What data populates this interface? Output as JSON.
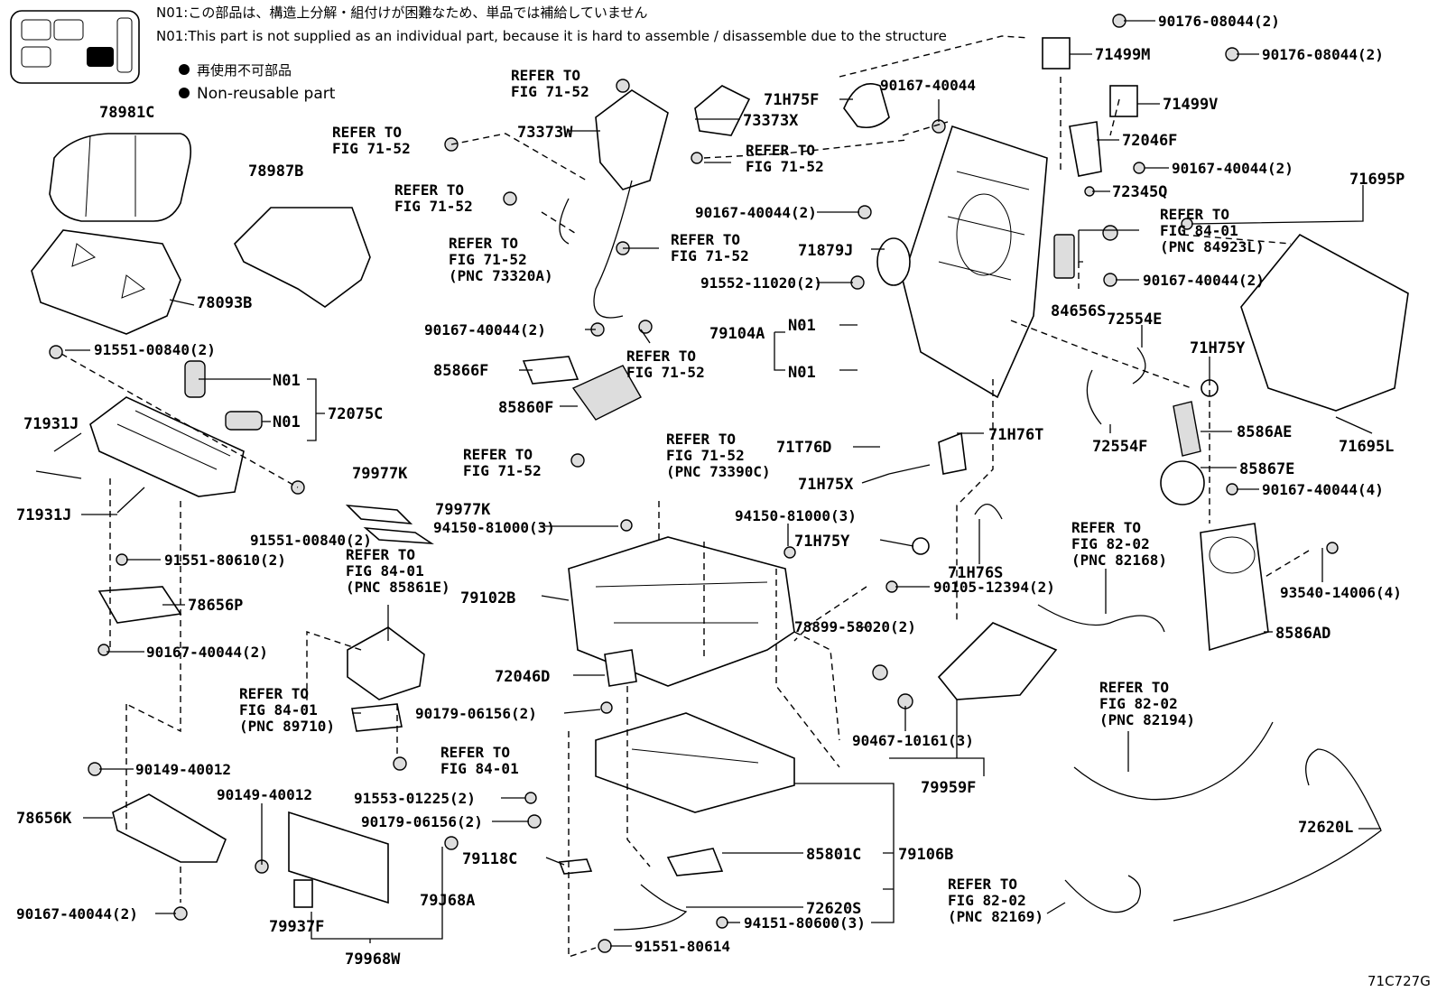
{
  "notes": {
    "n01_jp": "N01:この部品は、構造上分解・組付けが困難なため、単品では補給していません",
    "n01_en": "N01:This part is not supplied as an individual part, because it is hard to assemble / disassemble due to the structure",
    "nonreusable_jp": "再使用不可部品",
    "nonreusable_en": "Non-reusable part"
  },
  "figure_code": "71C727G",
  "labels": {
    "p78981C": "78981C",
    "p78987B": "78987B",
    "p78093B": "78093B",
    "p91551_00840a": "91551-00840(2)",
    "p91551_00840b": "91551-00840(2)",
    "p72075C": "72075C",
    "n01a": "N01",
    "n01b": "N01",
    "n01c": "N01",
    "n01d": "N01",
    "p71931Ja": "71931J",
    "p71931Jb": "71931J",
    "p91551_80610": "91551-80610(2)",
    "p78656P": "78656P",
    "p90167_40044_left": "90167-40044(2)",
    "p90149_40012a": "90149-40012",
    "p90149_40012b": "90149-40012",
    "p78656K": "78656K",
    "p90167_40044_bottom": "90167-40044(2)",
    "p73373W": "73373W",
    "p73373X": "73373X",
    "p71H75F": "71H75F",
    "p90167_40044_top": "90167-40044",
    "p90176_08044a": "90176-08044(2)",
    "p90176_08044b": "90176-08044(2)",
    "p71499M": "71499M",
    "p71499V": "71499V",
    "p72046F": "72046F",
    "p90167_40044_r1": "90167-40044(2)",
    "p72345Q": "72345Q",
    "p90167_40044_mid": "90167-40044(2)",
    "p71879J": "71879J",
    "p91552_11020": "91552-11020(2)",
    "p79104A": "79104A",
    "p90167_40044_85866": "90167-40044(2)",
    "p85866F": "85866F",
    "p85860F": "85860F",
    "p84656S": "84656S",
    "p90167_40044_r2": "90167-40044(2)",
    "p72554E": "72554E",
    "p72554F": "72554F",
    "p71H75Y_a": "71H75Y",
    "p71H75Y_b": "71H75Y",
    "p71695P": "71695P",
    "p71695L": "71695L",
    "p8586AE": "8586AE",
    "p85867E": "85867E",
    "p90167_40044_4": "90167-40044(4)",
    "p71T76D": "71T76D",
    "p71H76T": "71H76T",
    "p71H75X": "71H75X",
    "p71H76S": "71H76S",
    "p79977Ka": "79977K",
    "p79977Kb": "79977K",
    "p94150_81000a": "94150-81000(3)",
    "p94150_81000b": "94150-81000(3)",
    "p79102B": "79102B",
    "p78899_58020": "78899-58020(2)",
    "p72046D": "72046D",
    "p90179_06156a": "90179-06156(2)",
    "p90179_06156b": "90179-06156(2)",
    "p90105_12394": "90105-12394(2)",
    "p93540_14006": "93540-14006(4)",
    "p8586AD": "8586AD",
    "p90467_10161": "90467-10161(3)",
    "p79959F": "79959F",
    "p91553_01225": "91553-01225(2)",
    "p79118C": "79118C",
    "p85801C": "85801C",
    "p79106B": "79106B",
    "p72620S": "72620S",
    "p94151_80600": "94151-80600(3)",
    "p91551_80614": "91551-80614",
    "p79J68A": "79J68A",
    "p79937F": "79937F",
    "p79968W": "79968W",
    "p72620L": "72620L"
  },
  "refs": {
    "r1": [
      "REFER TO",
      "FIG 71-52"
    ],
    "r2": [
      "REFER TO",
      "FIG 71-52"
    ],
    "r3": [
      "REFER TO",
      "FIG 71-52"
    ],
    "r4": [
      "REFER TO",
      "FIG 71-52"
    ],
    "r5": [
      "REFER TO",
      "FIG 71-52",
      "(PNC 73320A)"
    ],
    "r6": [
      "REFER TO",
      "FIG 71-52"
    ],
    "r7": [
      "REFER TO",
      "FIG 71-52"
    ],
    "r8": [
      "REFER TO",
      "FIG 71-52"
    ],
    "r9": [
      "REFER TO",
      "FIG 71-52",
      "(PNC 73390C)"
    ],
    "r10": [
      "REFER TO",
      "FIG 84-01",
      "(PNC 84923L)"
    ],
    "r11": [
      "REFER TO",
      "FIG 84-01",
      "(PNC 85861E)"
    ],
    "r12": [
      "REFER TO",
      "FIG 84-01",
      "(PNC 89710)"
    ],
    "r13": [
      "REFER TO",
      "FIG 84-01"
    ],
    "r14": [
      "REFER TO",
      "FIG 82-02",
      "(PNC 82168)"
    ],
    "r15": [
      "REFER TO",
      "FIG 82-02",
      "(PNC 82194)"
    ],
    "r16": [
      "REFER TO",
      "FIG 82-02",
      "(PNC 82169)"
    ]
  }
}
